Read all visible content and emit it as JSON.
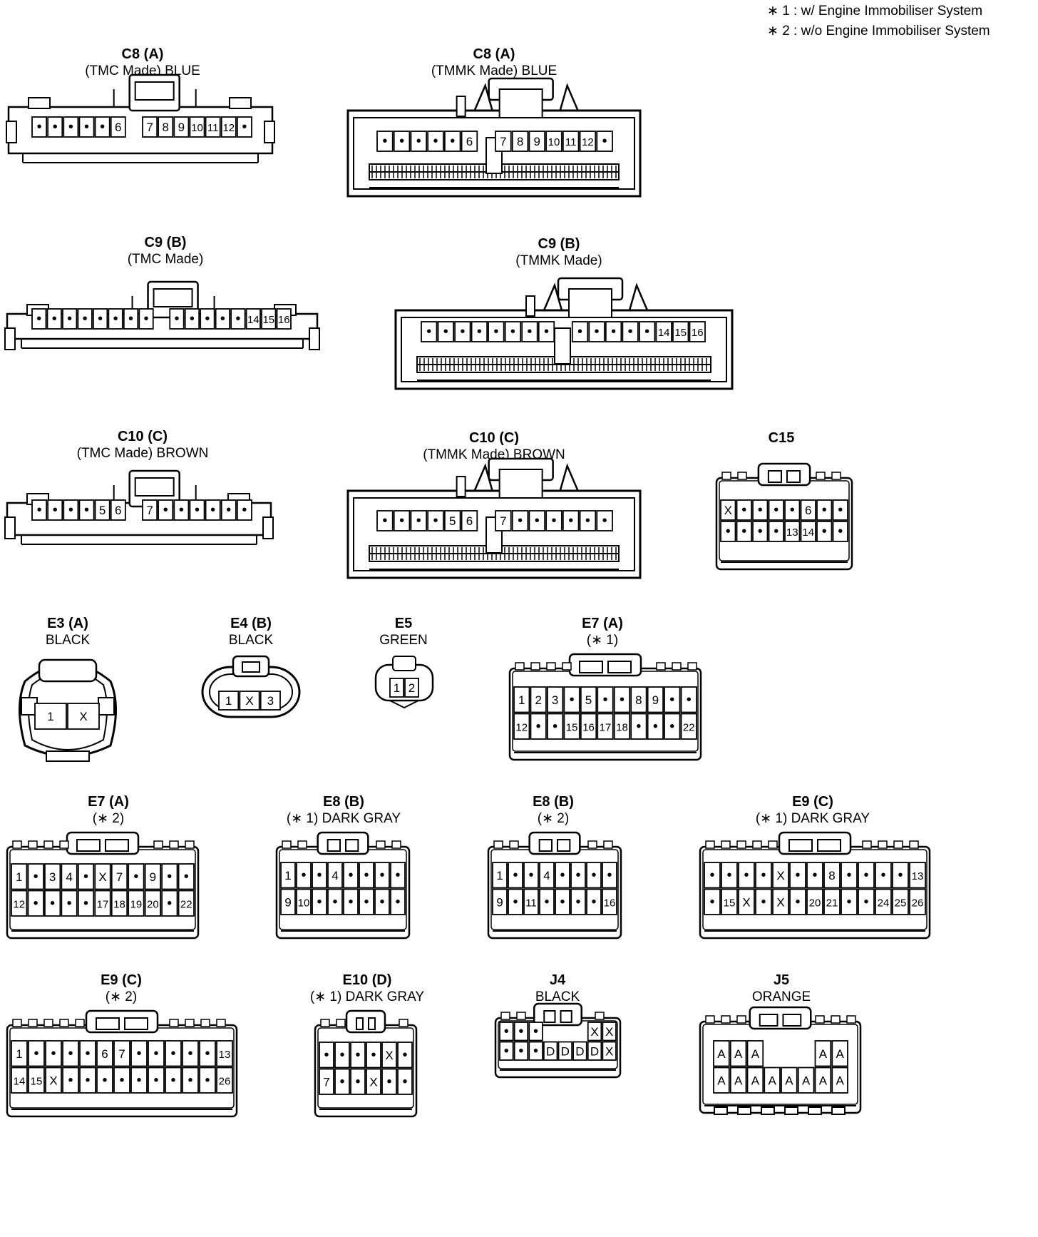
{
  "legend": [
    "∗ 1 : w/ Engine Immobiliser System",
    "∗ 2 : w/o Engine Immobiliser System"
  ],
  "connectors": [
    {
      "id": "c8a-tmc",
      "title": "C8 (A)",
      "subtitle": "(TMC Made)  BLUE",
      "style": "tmc",
      "rows": [
        [
          "•",
          "•",
          "•",
          "•",
          "•",
          "6",
          "",
          "7",
          "8",
          "9",
          "10",
          "11",
          "12",
          "•"
        ]
      ]
    },
    {
      "id": "c8a-tmmk",
      "title": "C8 (A)",
      "subtitle": "(TMMK Made)  BLUE",
      "style": "tmmk",
      "rows": [
        [
          "•",
          "•",
          "•",
          "•",
          "•",
          "6",
          "",
          "7",
          "8",
          "9",
          "10",
          "11",
          "12",
          "•"
        ]
      ]
    },
    {
      "id": "c9b-tmc",
      "title": "C9 (B)",
      "subtitle": "(TMC Made)",
      "style": "tmc",
      "rows": [
        [
          "•",
          "•",
          "•",
          "•",
          "•",
          "•",
          "•",
          "•",
          "",
          "•",
          "•",
          "•",
          "•",
          "•",
          "14",
          "15",
          "16"
        ]
      ]
    },
    {
      "id": "c9b-tmmk",
      "title": "C9 (B)",
      "subtitle": "(TMMK Made)",
      "style": "tmmk",
      "rows": [
        [
          "•",
          "•",
          "•",
          "•",
          "•",
          "•",
          "•",
          "•",
          "",
          "•",
          "•",
          "•",
          "•",
          "•",
          "14",
          "15",
          "16"
        ]
      ]
    },
    {
      "id": "c10c-tmc",
      "title": "C10 (C)",
      "subtitle": "(TMC Made)  BROWN",
      "style": "tmc",
      "rows": [
        [
          "•",
          "•",
          "•",
          "•",
          "5",
          "6",
          "",
          "7",
          "•",
          "•",
          "•",
          "•",
          "•",
          "•"
        ]
      ]
    },
    {
      "id": "c10c-tmmk",
      "title": "C10 (C)",
      "subtitle": "(TMMK Made)  BROWN",
      "style": "tmmk",
      "rows": [
        [
          "•",
          "•",
          "•",
          "•",
          "5",
          "6",
          "",
          "7",
          "•",
          "•",
          "•",
          "•",
          "•",
          "•"
        ]
      ]
    },
    {
      "id": "c15",
      "title": "C15",
      "subtitle": "",
      "style": "grid",
      "rows": [
        [
          "X",
          "•",
          "•",
          "•",
          "•",
          "6",
          "•",
          "•"
        ],
        [
          "•",
          "•",
          "•",
          "•",
          "13",
          "14",
          "•",
          "•"
        ]
      ]
    },
    {
      "id": "e3a",
      "title": "E3 (A)",
      "subtitle": "BLACK",
      "style": "oval2",
      "rows": [
        [
          "1",
          "X"
        ]
      ]
    },
    {
      "id": "e4b",
      "title": "E4 (B)",
      "subtitle": "BLACK",
      "style": "oval3",
      "rows": [
        [
          "1",
          "X",
          "3"
        ]
      ]
    },
    {
      "id": "e5",
      "title": "E5",
      "subtitle": "GREEN",
      "style": "small2",
      "rows": [
        [
          "1",
          "2"
        ]
      ]
    },
    {
      "id": "e7a-1",
      "title": "E7 (A)",
      "subtitle": "(∗ 1)",
      "style": "grid",
      "rows": [
        [
          "1",
          "2",
          "3",
          "•",
          "5",
          "•",
          "•",
          "8",
          "9",
          "•",
          "•"
        ],
        [
          "12",
          "•",
          "•",
          "15",
          "16",
          "17",
          "18",
          "•",
          "•",
          "•",
          "22"
        ]
      ]
    },
    {
      "id": "e7a-2",
      "title": "E7 (A)",
      "subtitle": "(∗ 2)",
      "style": "grid",
      "rows": [
        [
          "1",
          "•",
          "3",
          "4",
          "•",
          "X",
          "7",
          "•",
          "9",
          "•",
          "•"
        ],
        [
          "12",
          "•",
          "•",
          "•",
          "•",
          "17",
          "18",
          "19",
          "20",
          "•",
          "22"
        ]
      ]
    },
    {
      "id": "e8b-1",
      "title": "E8 (B)",
      "subtitle": "(∗ 1)  DARK GRAY",
      "style": "grid",
      "rows": [
        [
          "1",
          "•",
          "•",
          "4",
          "•",
          "•",
          "•",
          "•"
        ],
        [
          "9",
          "10",
          "•",
          "•",
          "•",
          "•",
          "•",
          "•"
        ]
      ]
    },
    {
      "id": "e8b-2",
      "title": "E8 (B)",
      "subtitle": "(∗ 2)",
      "style": "grid",
      "rows": [
        [
          "1",
          "•",
          "•",
          "4",
          "•",
          "•",
          "•",
          "•"
        ],
        [
          "9",
          "•",
          "11",
          "•",
          "•",
          "•",
          "•",
          "16"
        ]
      ]
    },
    {
      "id": "e9c-1",
      "title": "E9 (C)",
      "subtitle": "(∗ 1)  DARK GRAY",
      "style": "grid",
      "rows": [
        [
          "•",
          "•",
          "•",
          "•",
          "X",
          "•",
          "•",
          "8",
          "•",
          "•",
          "•",
          "•",
          "13"
        ],
        [
          "•",
          "15",
          "X",
          "•",
          "X",
          "•",
          "20",
          "21",
          "•",
          "•",
          "24",
          "25",
          "26"
        ]
      ]
    },
    {
      "id": "e9c-2",
      "title": "E9 (C)",
      "subtitle": "(∗ 2)",
      "style": "grid",
      "rows": [
        [
          "1",
          "•",
          "•",
          "•",
          "•",
          "6",
          "7",
          "•",
          "•",
          "•",
          "•",
          "•",
          "13"
        ],
        [
          "14",
          "15",
          "X",
          "•",
          "•",
          "•",
          "•",
          "•",
          "•",
          "•",
          "•",
          "•",
          "26"
        ]
      ]
    },
    {
      "id": "e10d",
      "title": "E10 (D)",
      "subtitle": "(∗ 1)  DARK GRAY",
      "style": "grid",
      "rows": [
        [
          "•",
          "•",
          "•",
          "•",
          "X",
          "•"
        ],
        [
          "7",
          "•",
          "•",
          "X",
          "•",
          "•"
        ]
      ]
    },
    {
      "id": "j4",
      "title": "J4",
      "subtitle": "BLACK",
      "style": "jbox",
      "rows": [
        [
          "•",
          "•",
          "•",
          "",
          "",
          "",
          "X",
          "X"
        ],
        [
          "•",
          "•",
          "•",
          "D",
          "D",
          "D",
          "D",
          "X"
        ]
      ]
    },
    {
      "id": "j5",
      "title": "J5",
      "subtitle": "ORANGE",
      "style": "jbox5",
      "rows": [
        [
          "A",
          "A",
          "A",
          "",
          "",
          "",
          "A",
          "A"
        ],
        [
          "A",
          "A",
          "A",
          "A",
          "A",
          "A",
          "A",
          "A"
        ]
      ]
    }
  ]
}
